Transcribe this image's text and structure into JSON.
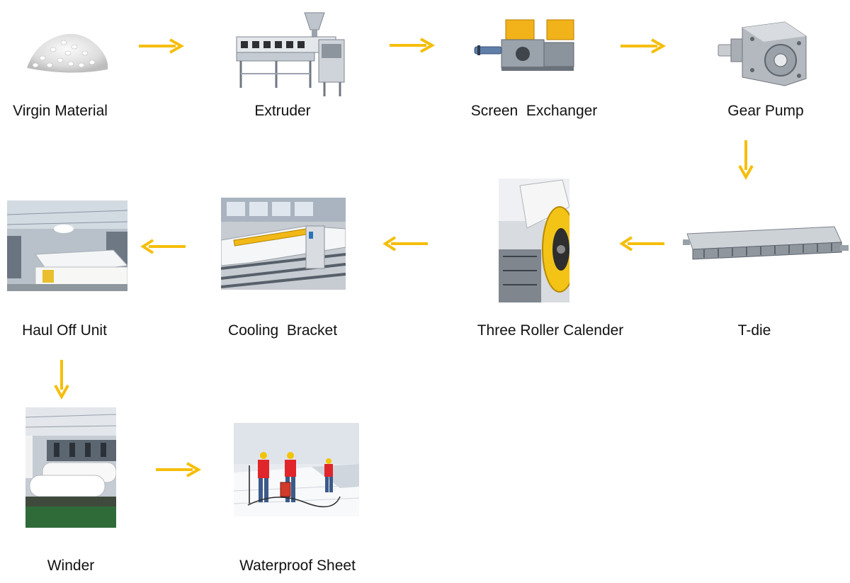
{
  "accent_color": "#F5BE0B",
  "steps": [
    {
      "label": "Virgin Material",
      "icon": "pellets-icon"
    },
    {
      "label": "Extruder",
      "icon": "extruder-machine-icon"
    },
    {
      "label": "Screen  Exchanger",
      "icon": "screen-exchanger-icon"
    },
    {
      "label": "Gear Pump",
      "icon": "gear-pump-icon"
    },
    {
      "label": "T-die",
      "icon": "t-die-icon"
    },
    {
      "label": "Three Roller Calender",
      "icon": "calender-rollers-icon"
    },
    {
      "label": "Cooling  Bracket",
      "icon": "cooling-bracket-icon"
    },
    {
      "label": "Haul Off Unit",
      "icon": "haul-off-unit-icon"
    },
    {
      "label": "Winder",
      "icon": "winder-icon"
    },
    {
      "label": "Waterproof Sheet",
      "icon": "waterproof-sheet-workers-icon"
    }
  ],
  "arrows": [
    {
      "from": "Virgin Material",
      "to": "Extruder",
      "direction": "right"
    },
    {
      "from": "Extruder",
      "to": "Screen  Exchanger",
      "direction": "right"
    },
    {
      "from": "Screen  Exchanger",
      "to": "Gear Pump",
      "direction": "right"
    },
    {
      "from": "Gear Pump",
      "to": "T-die",
      "direction": "down"
    },
    {
      "from": "T-die",
      "to": "Three Roller Calender",
      "direction": "left"
    },
    {
      "from": "Three Roller Calender",
      "to": "Cooling  Bracket",
      "direction": "left"
    },
    {
      "from": "Cooling  Bracket",
      "to": "Haul Off Unit",
      "direction": "left"
    },
    {
      "from": "Haul Off Unit",
      "to": "Winder",
      "direction": "down"
    },
    {
      "from": "Winder",
      "to": "Waterproof Sheet",
      "direction": "right"
    }
  ]
}
